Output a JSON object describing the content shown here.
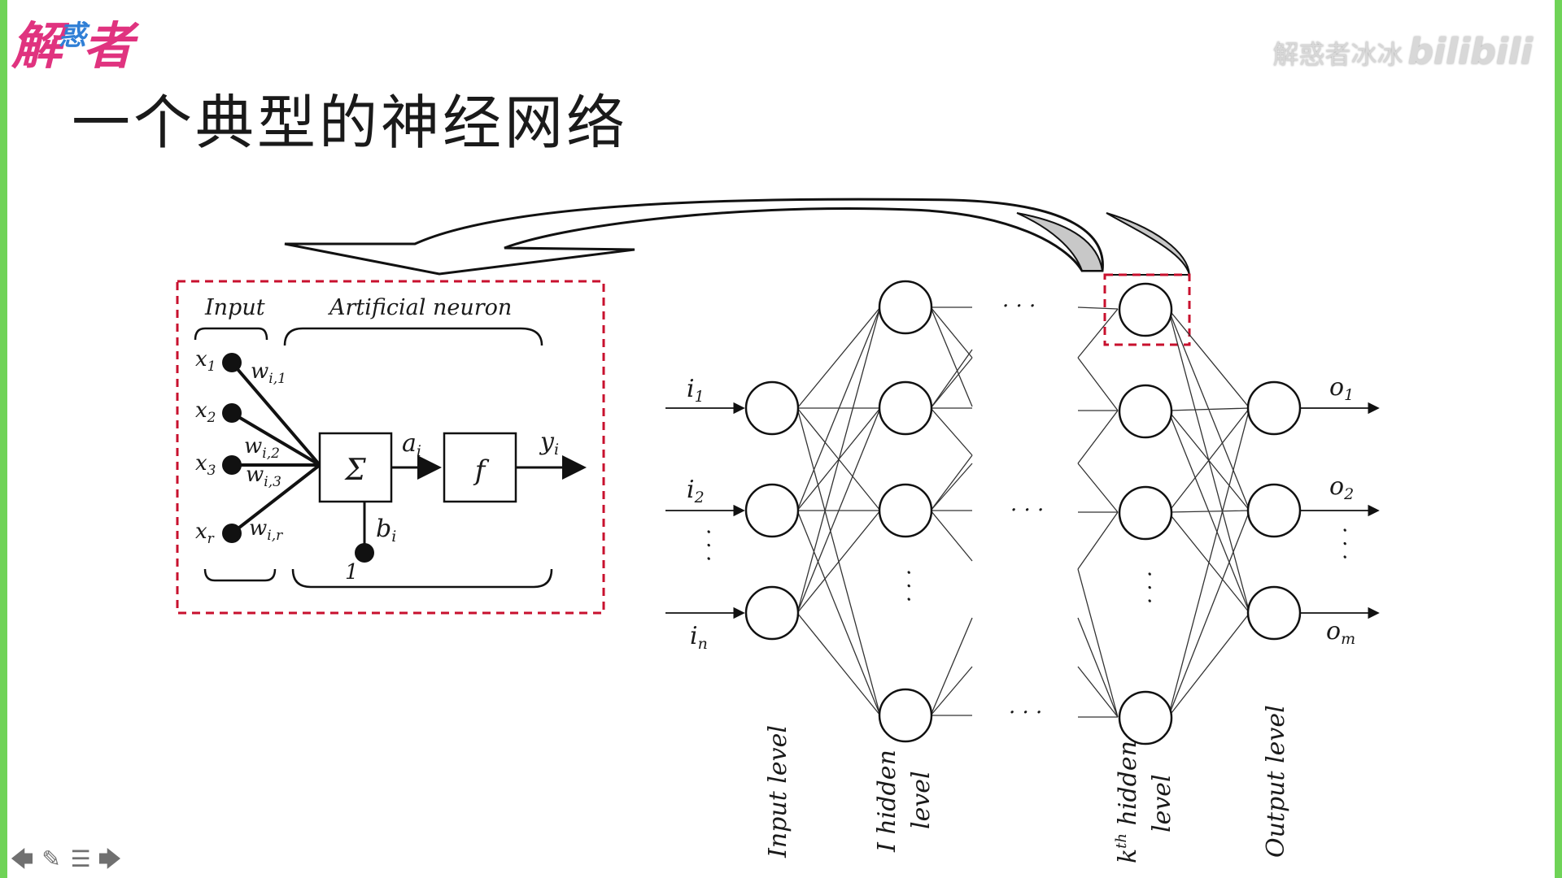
{
  "logo": {
    "part1": "解",
    "part2": "惑",
    "part3": "者"
  },
  "watermark": {
    "text": "解惑者冰冰",
    "brand": "bilibili"
  },
  "title": "一个典型的神经网络",
  "neuron": {
    "input_label": "Input",
    "neuron_label": "Artificial neuron",
    "inputs": [
      "x",
      "x",
      "x",
      "x"
    ],
    "input_subs": [
      "1",
      "2",
      "3",
      "r"
    ],
    "weights": [
      "w",
      "w",
      "w",
      "w"
    ],
    "weight_subs": [
      "i,1",
      "i,2",
      "i,3",
      "i,r"
    ],
    "sum_symbol": "Σ",
    "activation_symbol": "f",
    "a": "a",
    "a_sub": "i",
    "y": "y",
    "y_sub": "i",
    "b": "b",
    "b_sub": "i",
    "bias_one": "1"
  },
  "network": {
    "inputs": [
      "i",
      "i",
      "i"
    ],
    "input_subs": [
      "1",
      "2",
      "n"
    ],
    "outputs": [
      "o",
      "o",
      "o"
    ],
    "output_subs": [
      "1",
      "2",
      "m"
    ],
    "ellipsis": "· · ·",
    "level_labels": {
      "input": "Input level",
      "hidden1_a": "I hidden",
      "hidden1_b": "level",
      "hiddenk_k": "k",
      "hiddenk_sup": "th",
      "hiddenk_a": " hidden",
      "hiddenk_b": "level",
      "output": "Output level"
    }
  },
  "toolbar": {
    "prev": "🡄",
    "pen": "✎",
    "menu": "☰",
    "next": "🡆"
  },
  "colors": {
    "frame": "#6fd357",
    "dash": "#c8102e",
    "logo": "#e0337f",
    "arrow_fill": "#c8c8c8"
  }
}
